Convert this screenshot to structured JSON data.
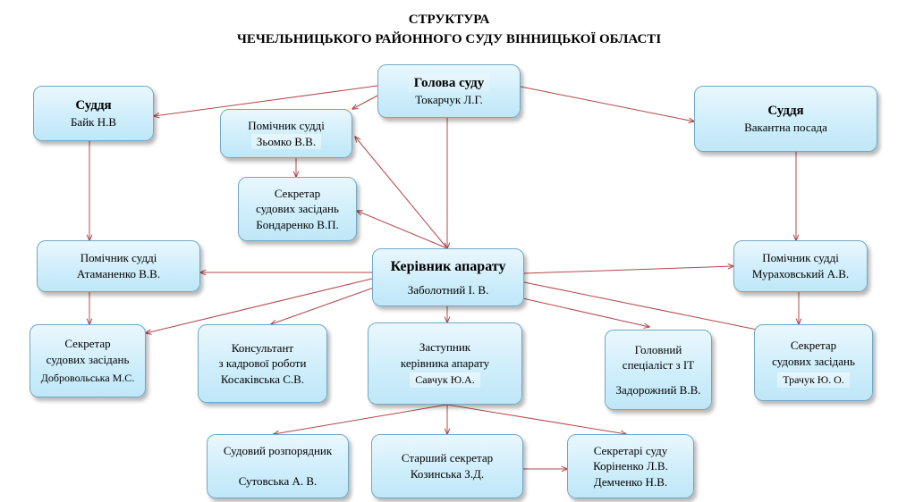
{
  "header": {
    "line1": "СТРУКТУРА",
    "line2": "ЧЕЧЕЛЬНИЦЬКОГО РАЙОННОГО СУДУ ВІННИЦЬКОЇ ОБЛАСТІ"
  },
  "nodes": {
    "head": {
      "title": "Голова суду",
      "name": "Токарчук Л.Г."
    },
    "judge_left": {
      "title": "Суддя",
      "name": "Байк Н.В"
    },
    "judge_right": {
      "title": "Суддя",
      "name": "Вакантна посада"
    },
    "assistant_head": {
      "line1": "Помічник судді",
      "name": "Зьомко В.В."
    },
    "secretary_head": {
      "line1": "Секретар",
      "line2": "судових засідань",
      "name": "Бондаренко В.П."
    },
    "chief_staff": {
      "title": "Керівник апарату",
      "name": "Заболотний І. В."
    },
    "assistant_left": {
      "line1": "Помічник судді",
      "name": "Атаманенко В.В."
    },
    "assistant_right": {
      "line1": "Помічник судді",
      "name": "Мураховський А.В."
    },
    "secretary_left": {
      "line1": "Секретар",
      "line2": "судових засідань",
      "name": "Добровольська М.С."
    },
    "consultant": {
      "line1": "Консультант",
      "line2": "з кадрової роботи",
      "name": "Косаківська  С.В."
    },
    "deputy": {
      "line1": "Заступник",
      "line2": "керівника апарату",
      "name": "Савчук Ю.А."
    },
    "it_specialist": {
      "line1": "Головний",
      "line2": "спеціаліст з ІТ",
      "name": "Задорожний В.В."
    },
    "secretary_right": {
      "line1": "Секретар",
      "line2": "судових засідань",
      "name": "Трачук Ю. О."
    },
    "court_manager": {
      "line1": "Судовий розпорядник",
      "name": "Сутовська А. В."
    },
    "senior_secretary": {
      "line1": "Старший секретар",
      "name": "Козинська З.Д."
    },
    "court_secretaries": {
      "line1": "Секретарі  суду",
      "name1": "Коріненко Л.В.",
      "name2": "Демченко Н.В."
    }
  },
  "colors": {
    "arrow": "#b4474a",
    "box_border": "#6fa8c8",
    "box_fill": "#cfeefb"
  }
}
